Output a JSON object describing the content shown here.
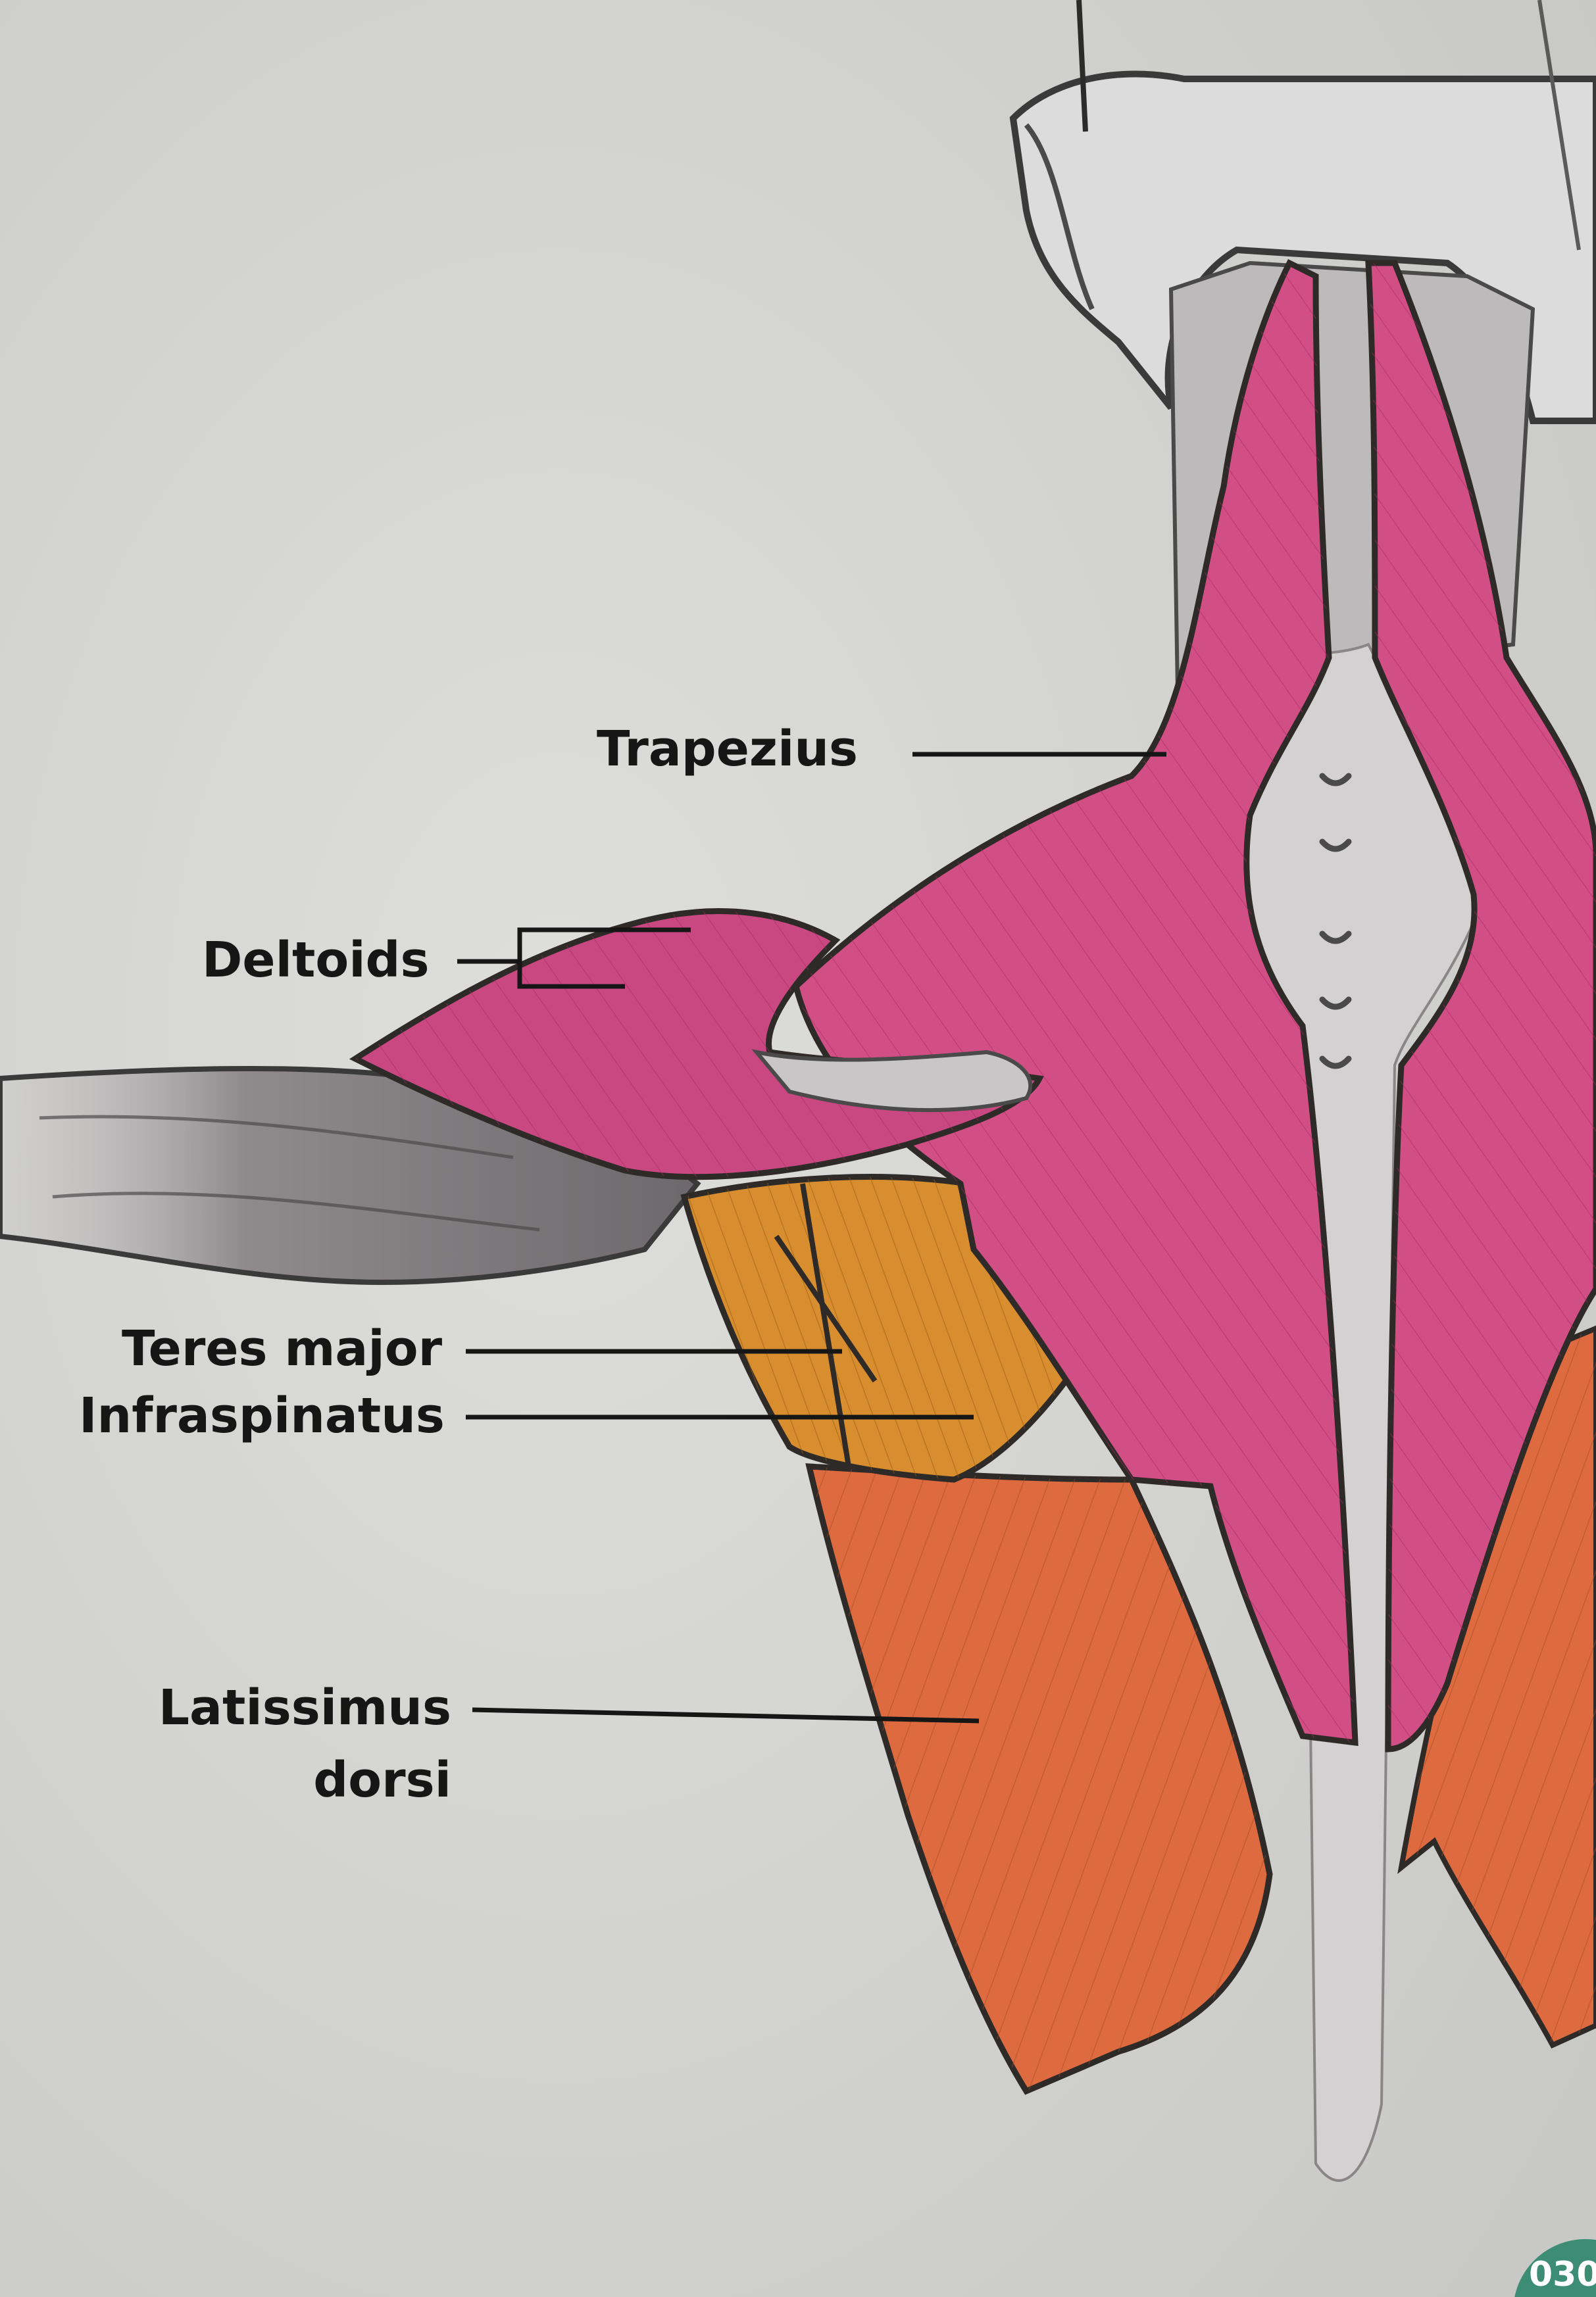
{
  "labels": {
    "trapezius": "Trapezius",
    "deltoids": "Deltoids",
    "teres_major": "Teres major",
    "infraspinatus": "Infraspinatus",
    "latissimus_line1": "Latissimus",
    "latissimus_line2": "dorsi"
  },
  "page_number": "030",
  "colors": {
    "trapezius": "#d24f86",
    "deltoids": "#c94882",
    "teres_and_infraspinatus": "#d88e2e",
    "latissimus": "#de6a3f",
    "skin_bone": "#cdcbca",
    "badge": "#3d8d75"
  }
}
